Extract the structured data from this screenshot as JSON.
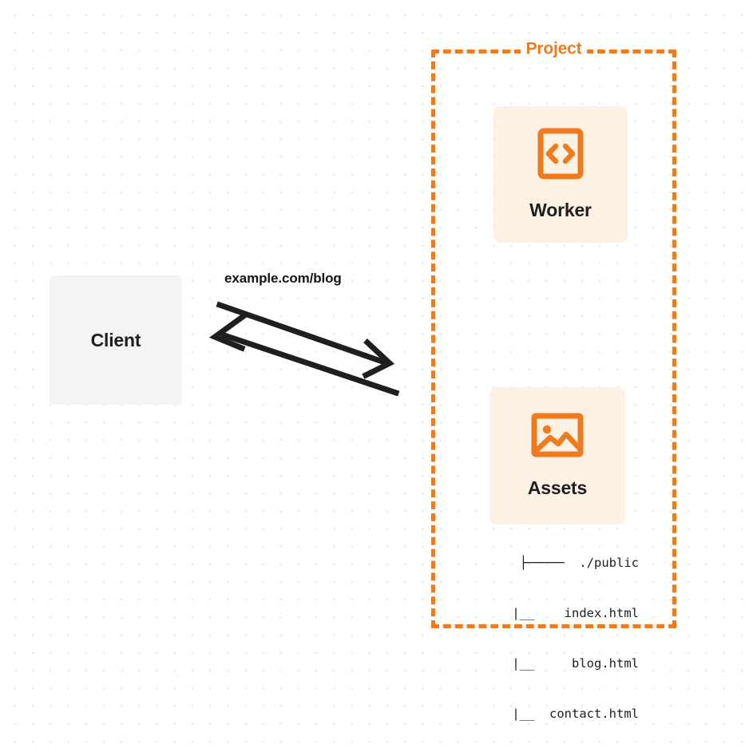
{
  "diagram": {
    "title": "Cloudflare Worker static assets request flow",
    "background": "dot-grid",
    "colors": {
      "accent_orange": "#ee7b1e",
      "card_cream": "#fdf1e4",
      "client_gray": "#f3f4f6",
      "text_dark": "#1d1f20",
      "dot_grid": "#e9e9ec"
    }
  },
  "client": {
    "label": "Client",
    "icon": "browser-window-icon"
  },
  "connection": {
    "label": "example.com/blog",
    "request_direction": "client-to-project",
    "response_direction": "project-to-client",
    "arrow_color": "#1d1f20"
  },
  "project": {
    "title": "Project",
    "border_style": "dashed",
    "nodes": [
      {
        "id": "worker",
        "label": "Worker",
        "icon": "code-brackets-icon"
      },
      {
        "id": "assets",
        "label": "Assets",
        "icon": "image-picture-icon"
      }
    ]
  },
  "file_tree": {
    "lines": [
      "├─────  ./public",
      "     |__    index.html",
      "     |__     blog.html",
      "     |__  contact.html"
    ],
    "root": "./public",
    "files": [
      "index.html",
      "blog.html",
      "contact.html"
    ]
  }
}
